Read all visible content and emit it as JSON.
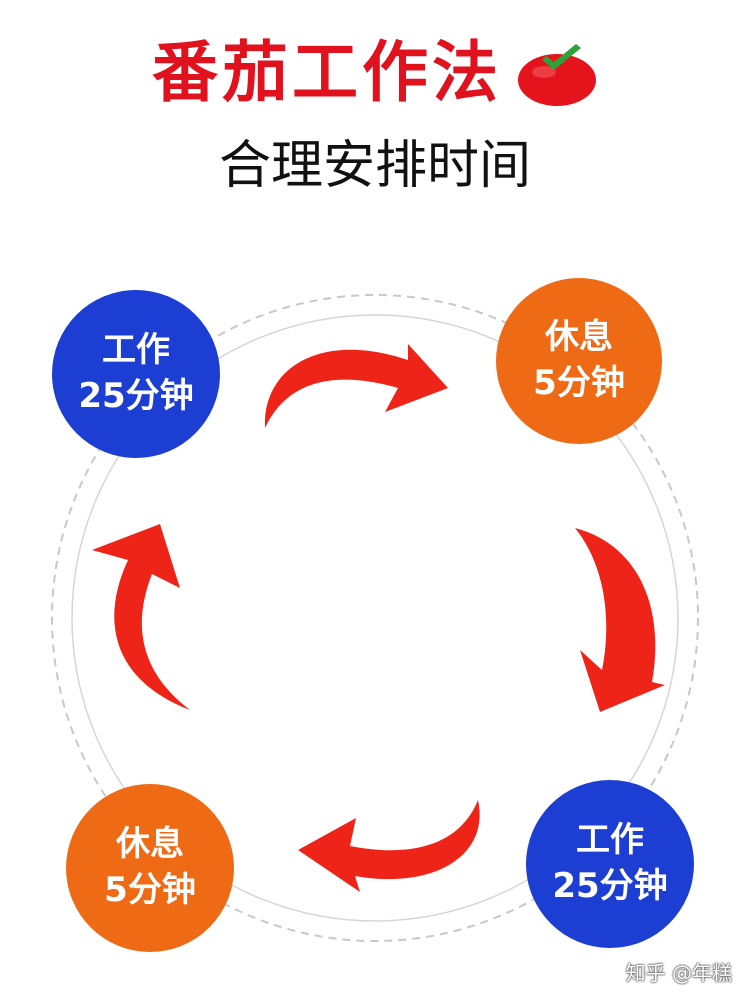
{
  "header": {
    "title": "番茄工作法",
    "subtitle": "合理安排时间"
  },
  "cycle": {
    "steps": [
      {
        "line1": "工作",
        "line2": "25分钟"
      },
      {
        "line1": "休息",
        "line2": "5分钟"
      },
      {
        "line1": "工作",
        "line2": "25分钟"
      },
      {
        "line1": "休息",
        "line2": "5分钟"
      }
    ]
  },
  "watermark": "知乎 @年糕",
  "colors": {
    "title_red": "#e0121e",
    "work_blue": "#1c3ed2",
    "rest_orange": "#ee6a15",
    "arrow_red": "#ee2418",
    "ring_gray": "#c8c8c8"
  }
}
